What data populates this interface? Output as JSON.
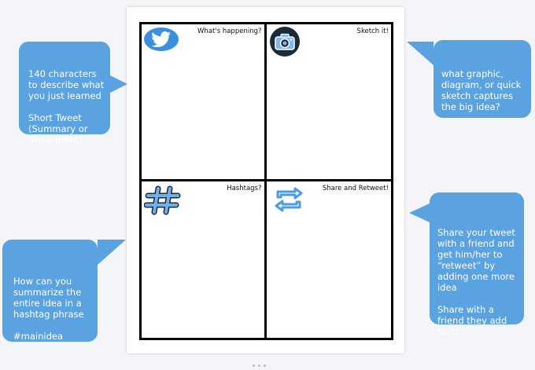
{
  "worksheet": {
    "cells": [
      {
        "title": "What's happening?",
        "icon": "twitter-bird-icon"
      },
      {
        "title": "Sketch it!",
        "icon": "camera-icon"
      },
      {
        "title": "Hashtags?",
        "icon": "hashtag-icon"
      },
      {
        "title": "Share and Retweet!",
        "icon": "retweet-icon"
      }
    ]
  },
  "bubbles": {
    "top_left": "140 characters to describe what you just learned\n\nShort Tweet (Summary or Arguement)",
    "top_right": "what graphic, diagram, or quick sketch captures the big idea?",
    "bottom_right": "Share your tweet with a friend and get him/her to “retweet” by adding one more idea\n\nShare with a friend they add to it!",
    "bottom_left": "How can you summarize the entire idea in a hashtag phrase\n\n#mainidea"
  },
  "colors": {
    "bubble": "#5aa2e0",
    "twitter_blue": "#3b8fe0",
    "camera_dark": "#1d2a3a",
    "border": "#000000"
  }
}
